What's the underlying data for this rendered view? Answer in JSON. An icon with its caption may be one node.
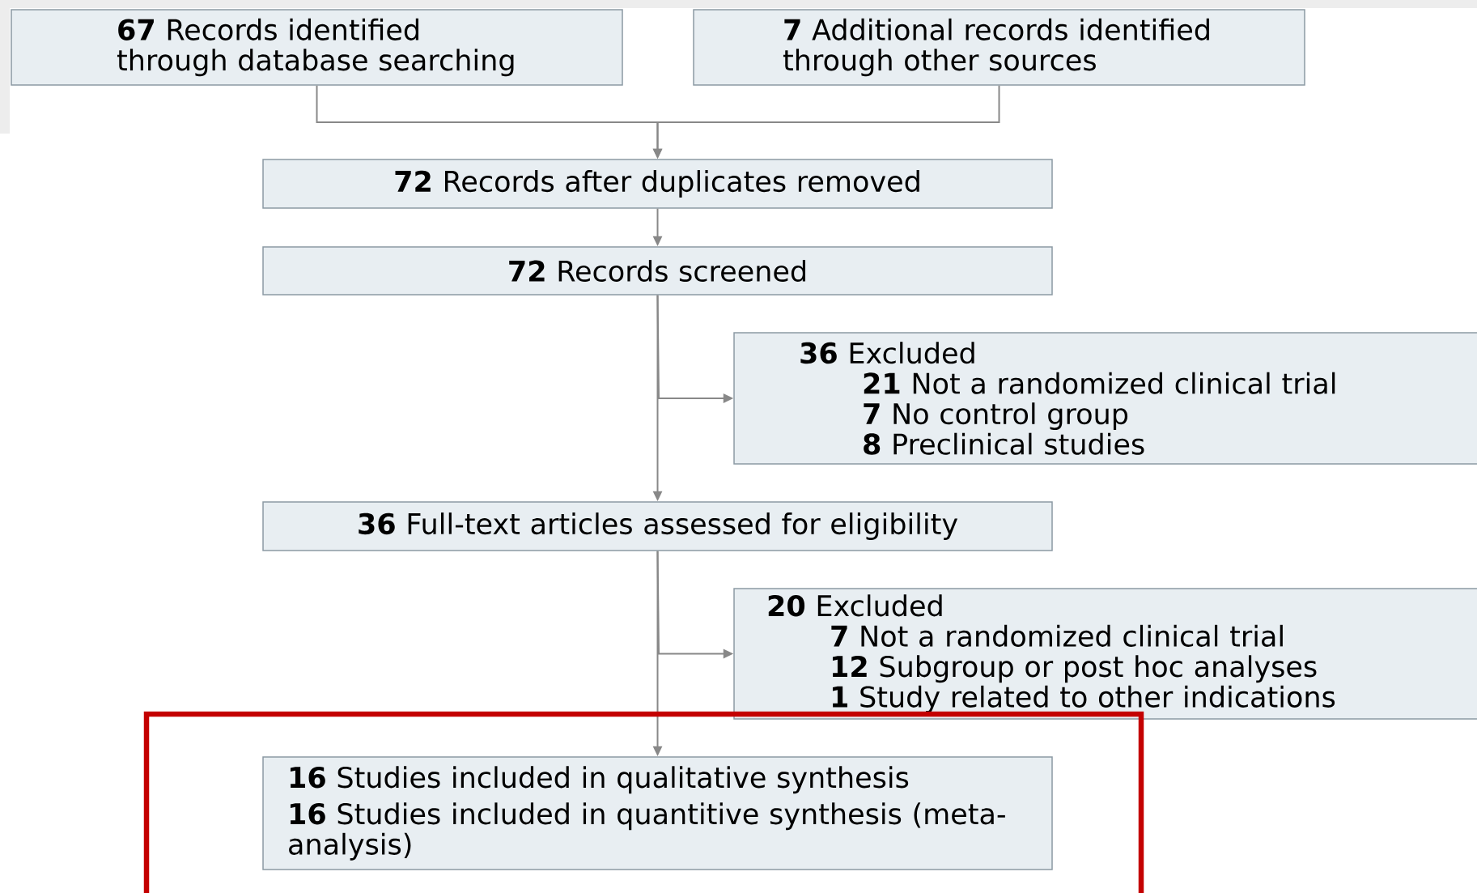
{
  "diagram": {
    "nodes": [
      {
        "text": [
          "**67** Records identified through database searching"
        ]
      },
      {
        "text": [
          "**7** Additional records identified through other sources"
        ]
      },
      {
        "text": [
          "**72** Records after duplicates removed"
        ]
      },
      {
        "text": [
          "**72** Records screened"
        ]
      },
      {
        "text": [
          "**36** Excluded",
          "**21** Not a randomized clinical trial",
          "**7** No control group",
          "**8** Preclinical studies"
        ]
      },
      {
        "text": [
          "**36** Full-text articles assessed for eligibility"
        ]
      },
      {
        "text": [
          "**20** Excluded",
          "**7** Not a randomized clinical trial",
          "**12** Subgroup or post hoc analyses",
          "**1** Study related to other indications"
        ]
      },
      {
        "text": [
          "**16** Studies included in qualitative synthesis",
          "**16** Studies included in quantitive synthesis (meta-analysis)"
        ]
      }
    ],
    "edges": [
      {
        "from": 0,
        "to": 2,
        "arrow": "to"
      },
      {
        "from": 1,
        "to": 2,
        "arrow": "to"
      },
      {
        "from": 2,
        "to": 3,
        "arrow": "to"
      },
      {
        "from": 3,
        "to": 5,
        "arrow": "to"
      },
      {
        "from": 3,
        "to": 4,
        "arrow": "to"
      },
      {
        "from": 5,
        "to": 7,
        "arrow": "to"
      },
      {
        "from": 5,
        "to": 6,
        "arrow": "to"
      }
    ]
  }
}
